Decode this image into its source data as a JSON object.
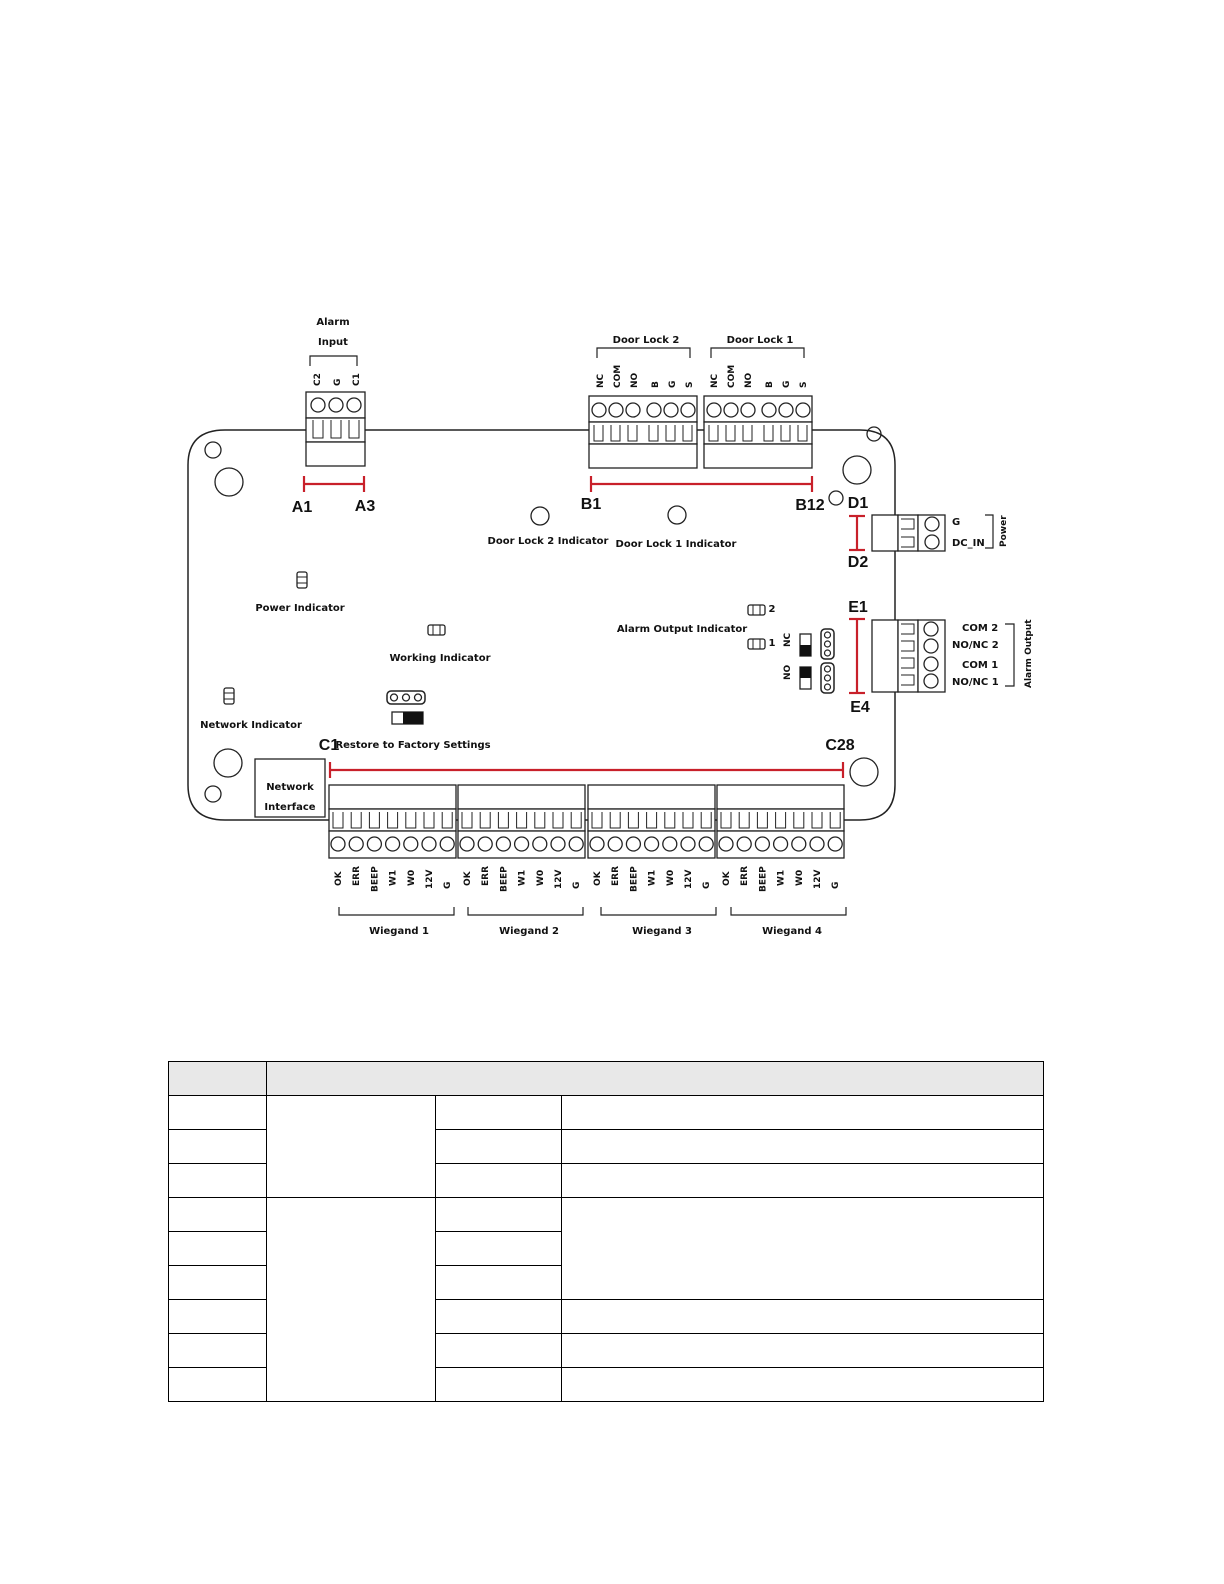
{
  "labels": {
    "alarm_input": [
      "Alarm",
      "Input"
    ],
    "door_lock_2": "Door Lock 2",
    "door_lock_1": "Door Lock 1",
    "door_lock_2_pins": [
      "NC",
      "COM",
      "NO",
      "B",
      "G",
      "S"
    ],
    "door_lock_1_pins": [
      "NC",
      "COM",
      "NO",
      "B",
      "G",
      "S"
    ],
    "alarm_input_pins": [
      "C2",
      "G",
      "C1"
    ],
    "markers": {
      "a1": "A1",
      "a3": "A3",
      "b1": "B1",
      "b12": "B12",
      "c1": "C1",
      "c28": "C28",
      "d1": "D1",
      "d2": "D2",
      "e1": "E1",
      "e4": "E4"
    },
    "door_lock_2_indicator": "Door Lock 2 Indicator",
    "door_lock_1_indicator": "Door Lock 1 Indicator",
    "power_indicator": "Power Indicator",
    "working_indicator": "Working Indicator",
    "network_indicator": "Network Indicator",
    "alarm_output_indicator": "Alarm Output Indicator",
    "alarm_output_led_2": "2",
    "alarm_output_led_1": "1",
    "jumper_nc": "NC",
    "jumper_no": "NO",
    "restore_factory": "Restore to Factory Settings",
    "network_interface": [
      "Network",
      "Interface"
    ],
    "power_pins": [
      "G",
      "DC_IN"
    ],
    "power": "Power",
    "alarm_output_pins": [
      "COM 2",
      "NO/NC 2",
      "COM 1",
      "NO/NC 1"
    ],
    "alarm_output": "Alarm Output",
    "wiegand_pins": [
      "OK",
      "ERR",
      "BEEP",
      "W1",
      "W0",
      "12V",
      "G"
    ],
    "wiegand_groups": [
      "Wiegand 1",
      "Wiegand 2",
      "Wiegand 3",
      "Wiegand 4"
    ]
  },
  "colors": {
    "accent_red": "#c8202a",
    "line": "#222222",
    "table_header": "#e8e8e8"
  }
}
